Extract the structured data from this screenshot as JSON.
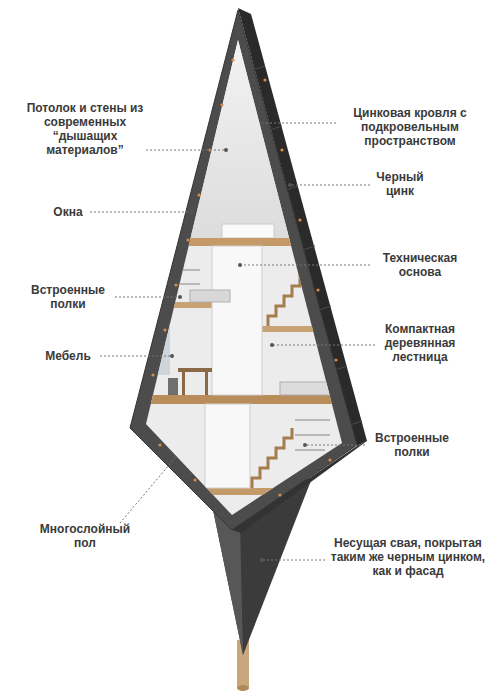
{
  "diagram": {
    "labels": [
      "Потолок и стены из современных “дышащих материалов”",
      "Цинковая кровля с подкровельным пространством",
      "Черный цинк",
      "Окна",
      "Техническая основа",
      "Встроенные полки",
      "Компактная деревянная лестница",
      "Мебель",
      "Встроенные полки",
      "Многослойный пол",
      "Несущая свая, покрытая таким же черным цинком, как и фасад"
    ]
  }
}
